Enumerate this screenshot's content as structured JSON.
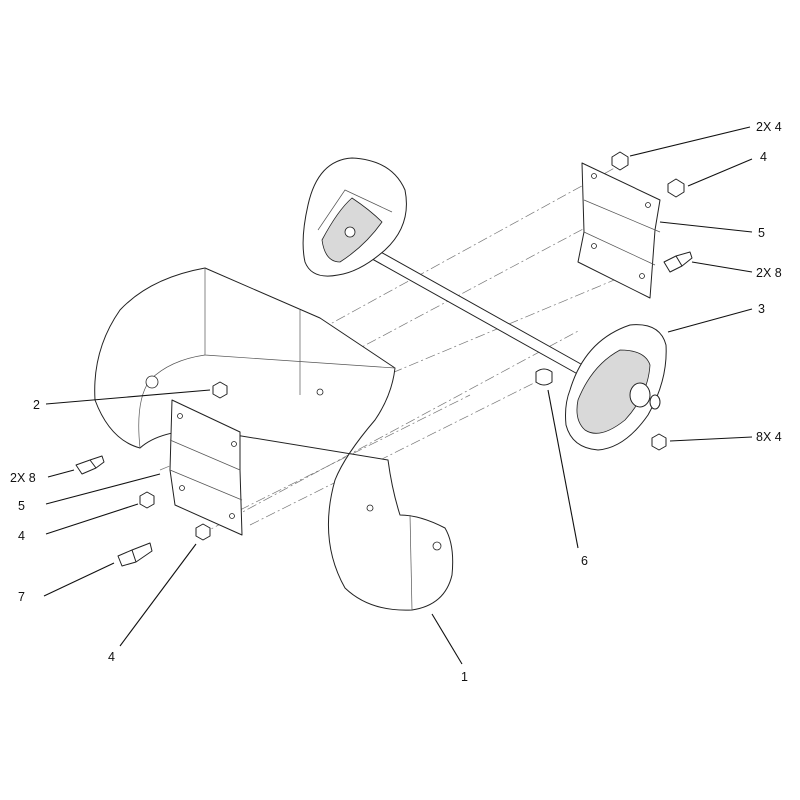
{
  "callouts": {
    "c_2x4_top": "2X 4",
    "c_4_top": "4",
    "c_5_right": "5",
    "c_2x8_right": "2X 8",
    "c_3": "3",
    "c_8x4": "8X 4",
    "c_6": "6",
    "c_2": "2",
    "c_2x8_left": "2X 8",
    "c_5_left": "5",
    "c_4_left": "4",
    "c_7": "7",
    "c_4_bottom": "4",
    "c_1": "1"
  }
}
